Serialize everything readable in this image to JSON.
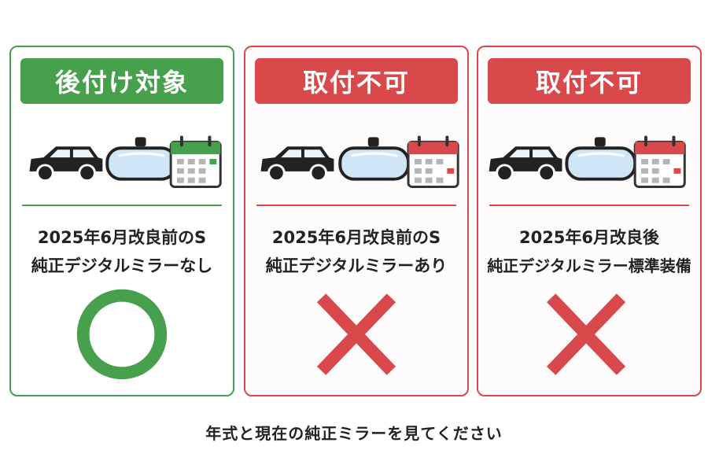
{
  "colors": {
    "ok": "#46a04c",
    "ng": "#d9484a"
  },
  "cards": [
    {
      "status": "ok",
      "badge": "後付け対象",
      "line1": "2025年6月改良前のS",
      "line2": "純正デジタルミラーなし",
      "mark": "circle-mark"
    },
    {
      "status": "ng",
      "badge": "取付不可",
      "line1": "2025年6月改良前のS",
      "line2": "純正デジタルミラーあり",
      "mark": "cross-mark"
    },
    {
      "status": "ng",
      "badge": "取付不可",
      "line1": "2025年6月改良後",
      "line2": "純正デジタルミラー標準装備",
      "mark": "cross-mark"
    }
  ],
  "icons": [
    "car-icon",
    "rearview-mirror-icon",
    "calendar-icon"
  ],
  "footer_note": "年式と現在の純正ミラーを見てください"
}
